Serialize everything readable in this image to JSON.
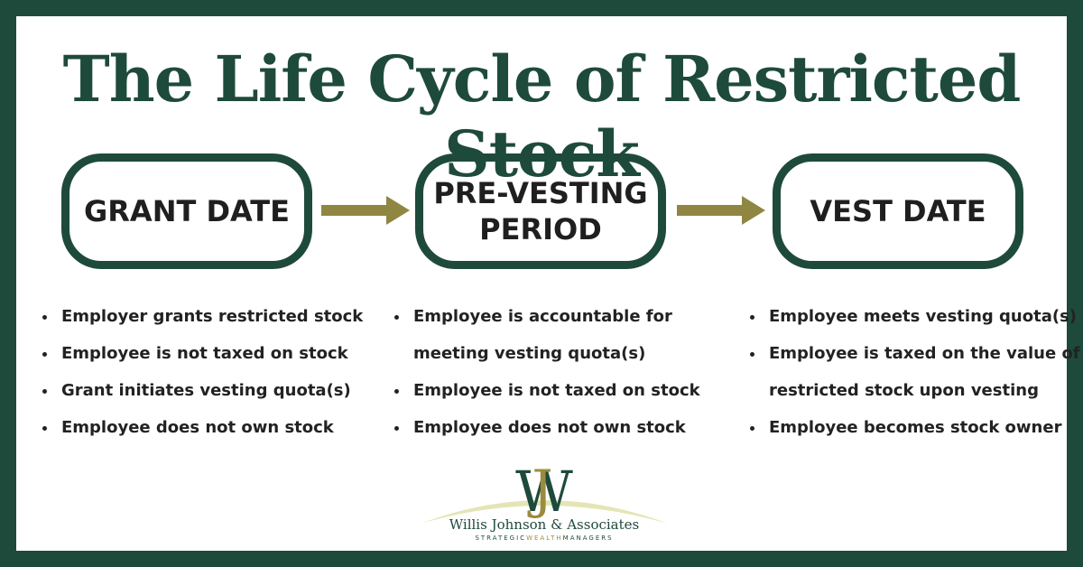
{
  "title": "The Life Cycle of Restricted Stock",
  "stages": [
    {
      "label": "GRANT DATE",
      "bullets": [
        "Employer grants restricted stock",
        "Employee is not taxed on stock",
        "Grant initiates vesting quota(s)",
        "Employee does not own stock"
      ]
    },
    {
      "label_line1": "PRE-VESTING",
      "label_line2": "PERIOD",
      "bullets": [
        "Employee is accountable for meeting vesting quota(s)",
        "Employee is not taxed on stock",
        "Employee does not own stock"
      ]
    },
    {
      "label": "VEST DATE",
      "bullets": [
        "Employee meets vesting quota(s)",
        "Employee is taxed on the value of restricted stock upon vesting",
        "Employee becomes stock owner"
      ]
    }
  ],
  "logo": {
    "name": "Willis Johnson & Associates",
    "tagline_start": "STRATEGIC",
    "tagline_mid": "WEALTH",
    "tagline_end": "MANAGERS"
  },
  "colors": {
    "frame": "#1e4a3c",
    "arrow": "#8f8642",
    "text": "#222222",
    "logo_gold": "#9a8c3c"
  }
}
